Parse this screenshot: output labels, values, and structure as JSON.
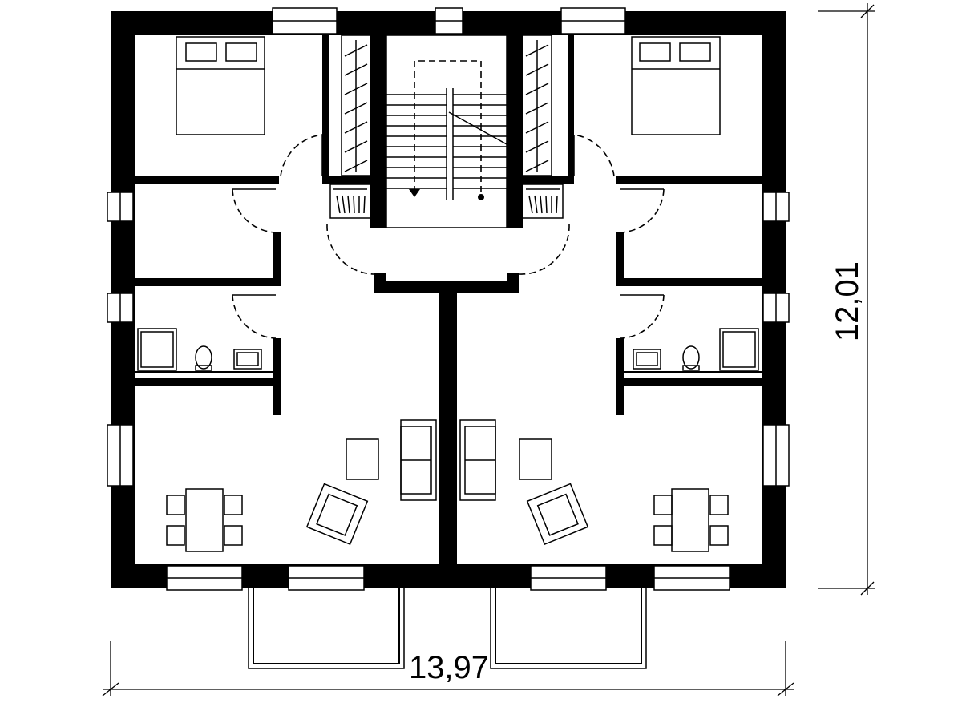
{
  "dimensions": {
    "width_label": "13,97",
    "height_label": "12,01"
  },
  "rooms": [
    {
      "id": "bedroom-left"
    },
    {
      "id": "bedroom-right"
    },
    {
      "id": "storage-left"
    },
    {
      "id": "storage-right"
    },
    {
      "id": "bathroom-left"
    },
    {
      "id": "bathroom-right"
    },
    {
      "id": "living-left"
    },
    {
      "id": "living-right"
    },
    {
      "id": "stair-hall"
    }
  ]
}
